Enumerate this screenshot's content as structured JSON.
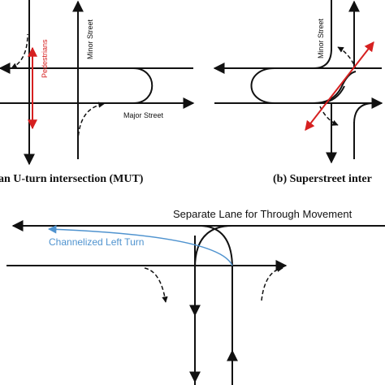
{
  "diagram": {
    "panel_a": {
      "caption": "an U-turn intersection (MUT)",
      "minor_street_label": "Minor Street",
      "major_street_label": "Major Street",
      "pedestrians_label": "Pedestrians"
    },
    "panel_b": {
      "caption": "(b) Superstreet inter",
      "minor_street_label": "Minor Street"
    },
    "panel_c": {
      "through_lane_label": "Separate Lane for Through Movement",
      "channelized_label": "Channelized Left Turn"
    },
    "colors": {
      "line": "#111111",
      "pedestrian_arrow": "#d62020",
      "channelized_curve": "#4f93cf"
    }
  }
}
